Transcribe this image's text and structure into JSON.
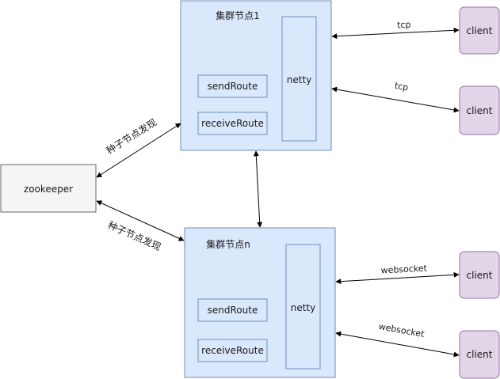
{
  "zookeeper": {
    "label": "zookeeper"
  },
  "cluster_top": {
    "title": "集群节点1",
    "send_label": "sendRoute",
    "receive_label": "receiveRoute",
    "netty_label": "netty"
  },
  "cluster_bottom": {
    "title": "集群节点n",
    "send_label": "sendRoute",
    "receive_label": "receiveRoute",
    "netty_label": "netty"
  },
  "clients": [
    "client",
    "client",
    "client",
    "client"
  ],
  "edge_labels": {
    "seed_top": "种子节点发现",
    "seed_bottom": "种子节点发现",
    "tcp_1": "tcp",
    "tcp_2": "tcp",
    "ws_1": "websocket",
    "ws_2": "websocket"
  },
  "colors": {
    "node_fill": "#dae8fc",
    "node_stroke": "#6c8ebf",
    "client_fill": "#e1d5e7",
    "client_stroke": "#9673a6",
    "zk_fill": "#f5f5f5",
    "zk_stroke": "#666666"
  }
}
